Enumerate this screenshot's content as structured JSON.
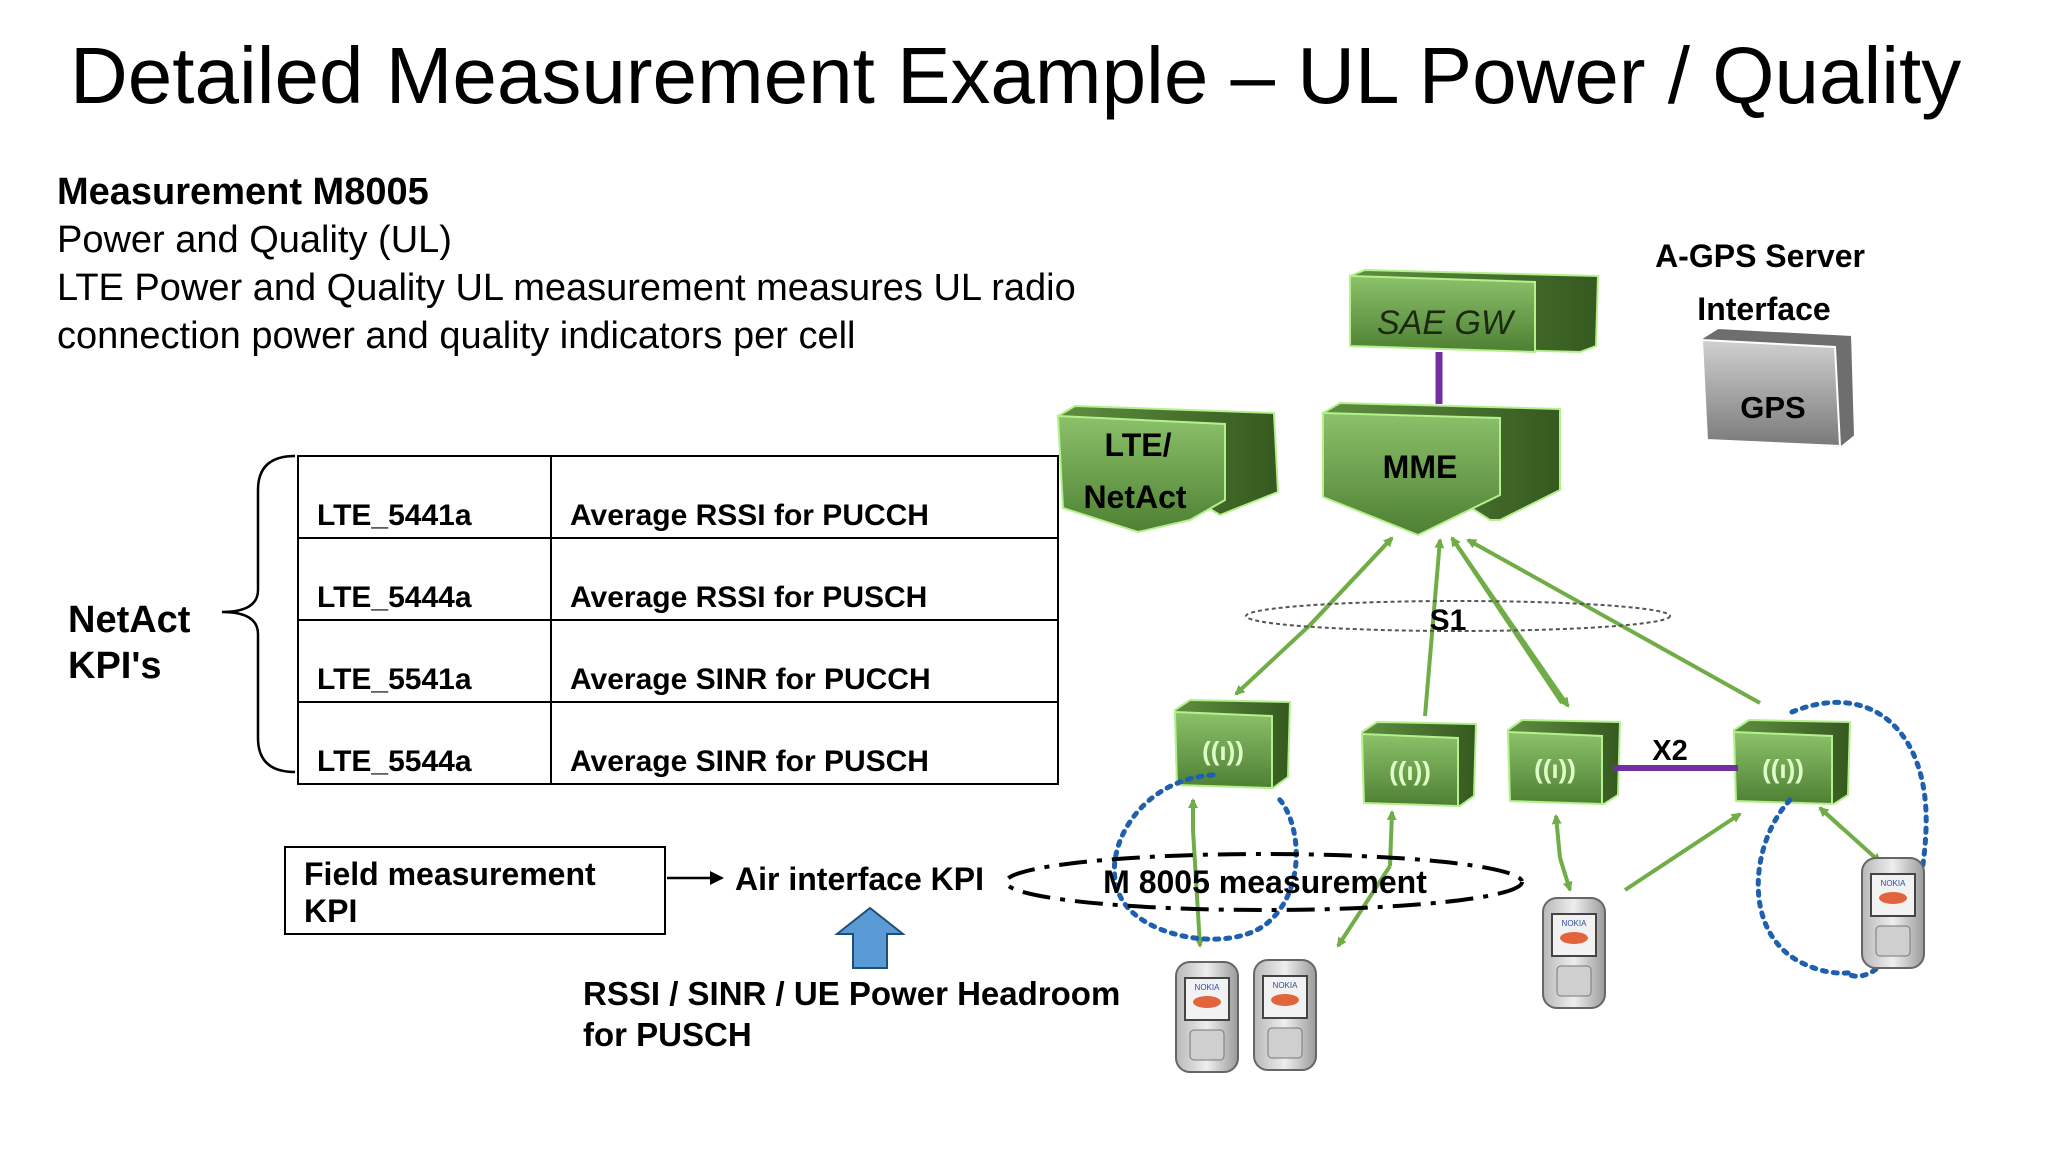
{
  "title": "Detailed Measurement Example – UL Power / Quality",
  "intro": {
    "heading": "Measurement M8005",
    "subheading": "Power and Quality (UL)",
    "line1": "LTE Power and Quality UL measurement measures UL radio",
    "line2": "connection power and quality indicators per cell"
  },
  "kpi_group": {
    "line1": "NetAct",
    "line2": "KPI's"
  },
  "kpi_table": [
    {
      "code": "LTE_5441a",
      "description": "Average RSSI for PUCCH"
    },
    {
      "code": "LTE_5444a",
      "description": "Average RSSI for PUSCH"
    },
    {
      "code": "LTE_5541a",
      "description": "Average SINR for PUCCH"
    },
    {
      "code": "LTE_5544a",
      "description": "Average SINR for PUSCH"
    }
  ],
  "field_measurement": {
    "line1": "Field measurement",
    "line2": "KPI"
  },
  "air_interface": "Air interface KPI",
  "rssi": {
    "line1": "RSSI / SINR / UE Power Headroom",
    "line2": "for PUSCH"
  },
  "network": {
    "sae_gw": "SAE GW",
    "mme": "MME",
    "netact_line1": "LTE/",
    "netact_line2": "NetAct",
    "agps_line1": "A-GPS Server",
    "agps_line2": "Interface",
    "gps": "GPS",
    "s1": "S1",
    "x2": "X2",
    "measurement": "M 8005 measurement",
    "phone_brand": "NOKIA"
  },
  "colors": {
    "node_green": "#6a9e47",
    "node_dark": "#3f6b2a",
    "link_green": "#70ad47",
    "purple": "#7030a0",
    "dotted_blue": "#1f5fb0",
    "arrow_blue": "#5b9bd5",
    "gps_gray": "#9a9a9a"
  }
}
